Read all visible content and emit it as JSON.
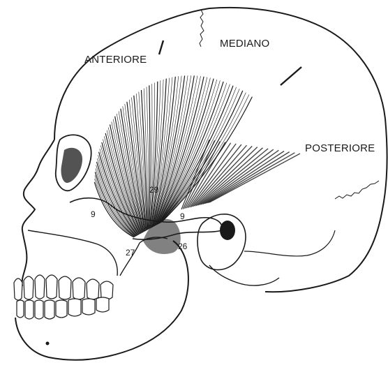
{
  "labels": {
    "anteriore": "ANTERIORE",
    "mediano": "MEDIANO",
    "posteriore": "POSTERIORE",
    "n29": "29",
    "n9_left": "9",
    "n9_right": "9",
    "n27": "27",
    "n26": "26"
  },
  "colors": {
    "ink": "#1a1a1a",
    "paper": "#ffffff"
  }
}
